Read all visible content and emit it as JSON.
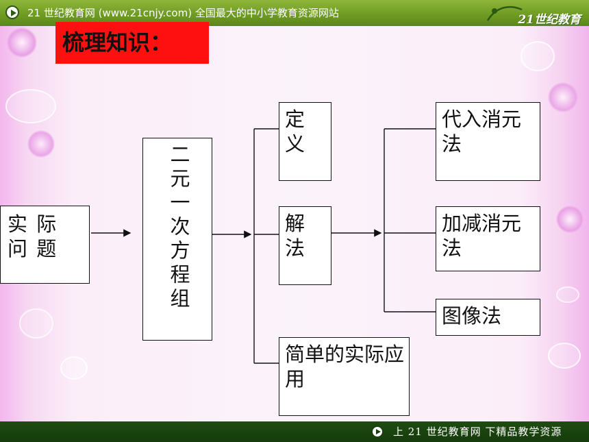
{
  "header": {
    "title": "21 世纪教育网 (www.21cnjy.com)  全国最大的中小学教育资源网站",
    "logo_text": "21世纪教育"
  },
  "footer": {
    "text": "上 21 世纪教育网   下精品教学资源"
  },
  "slide_title": "梳理知识：",
  "nodes": {
    "practical_problem": "实 际 问 题",
    "equation_system": "二元一次方程组",
    "definition": "定义",
    "solution": "解法",
    "application": "简单的实际应用",
    "substitution": "代入消元法",
    "addition_subtraction": "加减消元法",
    "graphing": "图像法"
  },
  "colors": {
    "header_green": "#7aa52c",
    "footer_green": "#1a4510",
    "title_red": "#ff1010",
    "background_pink": "#fbf1f9"
  }
}
